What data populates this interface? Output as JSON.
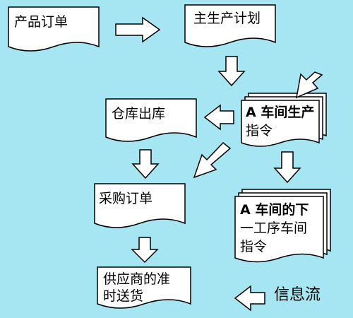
{
  "diagram": {
    "nodes": {
      "product_order": "产品订单",
      "master_plan": "主生产计划",
      "warehouse_out": "仓库出库",
      "workshop_a_order_line1": "A 车间生产",
      "workshop_a_order_line2": "指令",
      "purchase_order": "采购订单",
      "next_process_order_line1": "A 车间的下",
      "next_process_order_line2": "一工序车间",
      "next_process_order_line3": "指令",
      "supplier_delivery_line1": "供应商的准",
      "supplier_delivery_line2": "时送货"
    },
    "legend": {
      "label": "信息流"
    }
  },
  "colors": {
    "background": "#a6e6f2",
    "doc_fill": "#ffffff",
    "stroke": "#000000"
  }
}
